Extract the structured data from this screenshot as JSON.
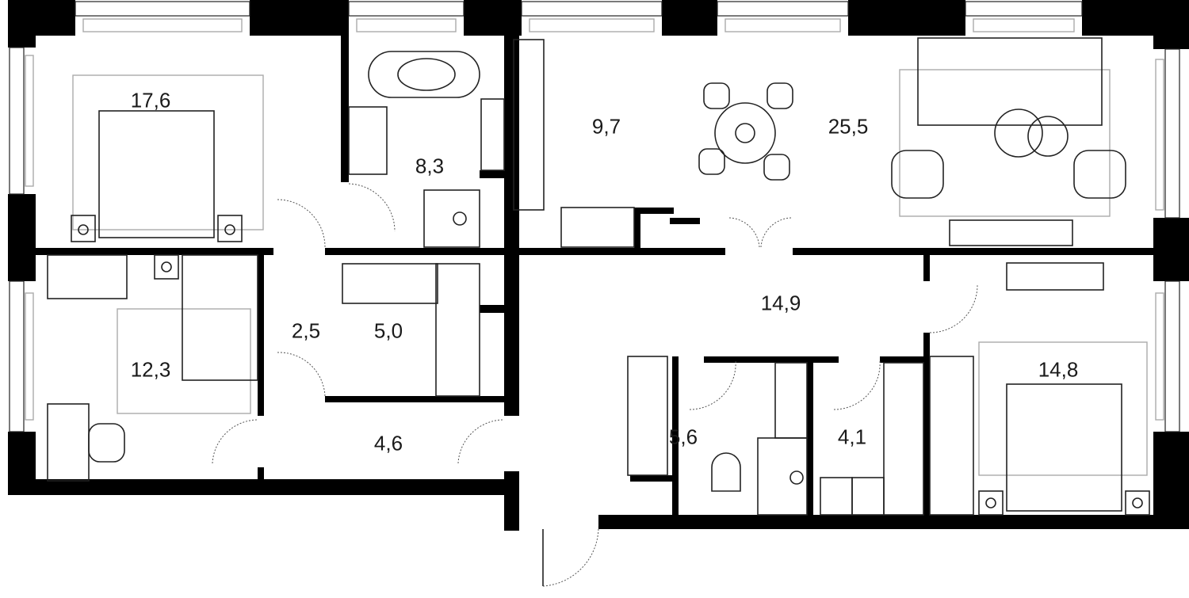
{
  "rooms": [
    {
      "id": "bedroom-1",
      "area": "17,6"
    },
    {
      "id": "bathroom-1",
      "area": "8,3"
    },
    {
      "id": "kitchen",
      "area": "9,7"
    },
    {
      "id": "living-room",
      "area": "25,5"
    },
    {
      "id": "bedroom-2",
      "area": "12,3"
    },
    {
      "id": "corridor-small",
      "area": "2,5"
    },
    {
      "id": "wardrobe",
      "area": "5,0"
    },
    {
      "id": "corridor-lower",
      "area": "4,6"
    },
    {
      "id": "hall",
      "area": "14,9"
    },
    {
      "id": "bathroom-2",
      "area": "5,6"
    },
    {
      "id": "laundry",
      "area": "4,1"
    },
    {
      "id": "bedroom-3",
      "area": "14,8"
    }
  ],
  "colors": {
    "wall": "#000000",
    "furniture": "#222222",
    "decor": "#aaaaaa"
  }
}
